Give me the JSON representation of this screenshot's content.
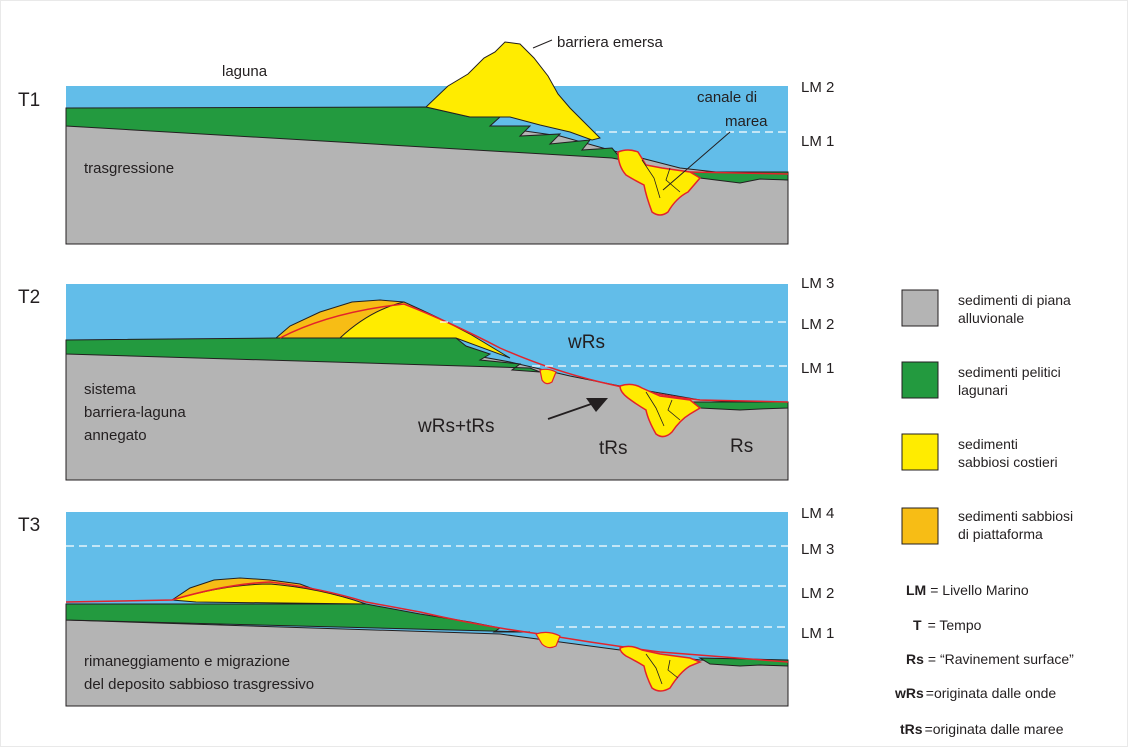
{
  "colors": {
    "sea": "#62bde9",
    "substrate": "#b4b4b4",
    "lagoon_mud": "#239a3f",
    "coastal_sand": "#ffec00",
    "shelf_sand": "#f7bd15",
    "ravinement": "#e3232b",
    "outline": "#231f20",
    "sea_level_dash": "#ffffff"
  },
  "panels": [
    {
      "time_label": "T1",
      "labels": {
        "lagoon": "laguna",
        "barrier": "barriera emersa",
        "channel_line1": "canale di",
        "channel_line2": "marea",
        "process": "trasgressione"
      },
      "sea_levels": [
        "LM 2",
        "LM 1"
      ]
    },
    {
      "time_label": "T2",
      "labels": {
        "wrs": "wRs",
        "wrs_trs": "wRs+tRs",
        "trs": "tRs",
        "rs": "Rs",
        "process_line1": "sistema",
        "process_line2": "barriera-laguna",
        "process_line3": "annegato"
      },
      "sea_levels": [
        "LM 3",
        "LM 2",
        "LM 1"
      ]
    },
    {
      "time_label": "T3",
      "labels": {
        "process_line1": "rimaneggiamento e migrazione",
        "process_line2": "del deposito sabbioso trasgressivo"
      },
      "sea_levels": [
        "LM 4",
        "LM 3",
        "LM 2",
        "LM 1"
      ]
    }
  ],
  "legend": [
    {
      "line1": "sedimenti di piana",
      "line2": "alluvionale",
      "swatch": "substrate",
      "icon": "gray-swatch-icon"
    },
    {
      "line1": "sedimenti pelitici",
      "line2": "lagunari",
      "swatch": "lagoon_mud",
      "icon": "green-swatch-icon"
    },
    {
      "line1": "sedimenti",
      "line2": "sabbiosi costieri",
      "swatch": "coastal_sand",
      "icon": "yellow-swatch-icon"
    },
    {
      "line1": "sedimenti sabbiosi",
      "line2": "di piattaforma",
      "swatch": "shelf_sand",
      "icon": "orange-swatch-icon"
    }
  ],
  "abbreviations": [
    {
      "key": "LM",
      "value": "= Livello Marino"
    },
    {
      "key": "T",
      "value": "= Tempo"
    },
    {
      "key": "Rs",
      "value": "= “Ravinement surface”"
    },
    {
      "key": "wRs",
      "value": "=originata dalle onde"
    },
    {
      "key": "tRs",
      "value": "=originata dalle maree"
    }
  ]
}
